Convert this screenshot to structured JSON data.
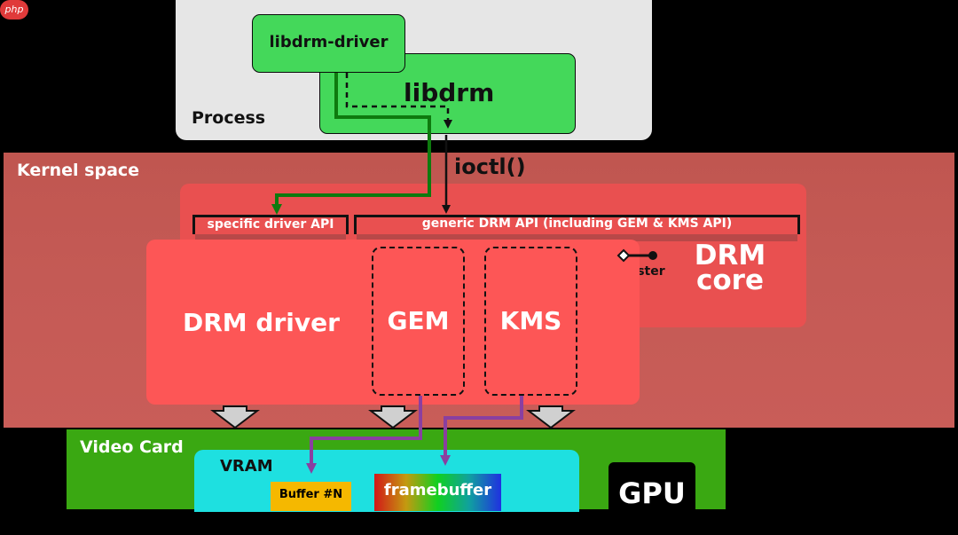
{
  "watermark": "php",
  "process": {
    "label": "Process"
  },
  "libdrm_driver": {
    "label": "libdrm-driver"
  },
  "libdrm": {
    "label": "libdrm"
  },
  "ioctl": {
    "label": "ioctl()"
  },
  "kernel": {
    "label": "Kernel space"
  },
  "api": {
    "specific": "specific driver API",
    "generic": "generic DRM API (including GEM & KMS API)"
  },
  "drm_core": {
    "line1": "DRM",
    "line2": "core",
    "register": "register"
  },
  "drm_driver": {
    "label": "DRM driver"
  },
  "gem": {
    "label": "GEM"
  },
  "kms": {
    "label": "KMS"
  },
  "video_card": {
    "label": "Video Card"
  },
  "vram": {
    "label": "VRAM"
  },
  "buffer": {
    "label": "Buffer #N"
  },
  "framebuffer": {
    "label": "framebuffer"
  },
  "gpu": {
    "label": "GPU"
  },
  "colors": {
    "user_green": "#44d85a",
    "driver_path": "#0e7a0e",
    "memory_path": "#8a3fa0",
    "kernel_bg": "#c45a55",
    "drm_core": "#e95050",
    "drm_driver": "#fd5656",
    "video_card": "#3aa812",
    "vram": "#1ee0e0",
    "buffer": "#f5b800"
  }
}
